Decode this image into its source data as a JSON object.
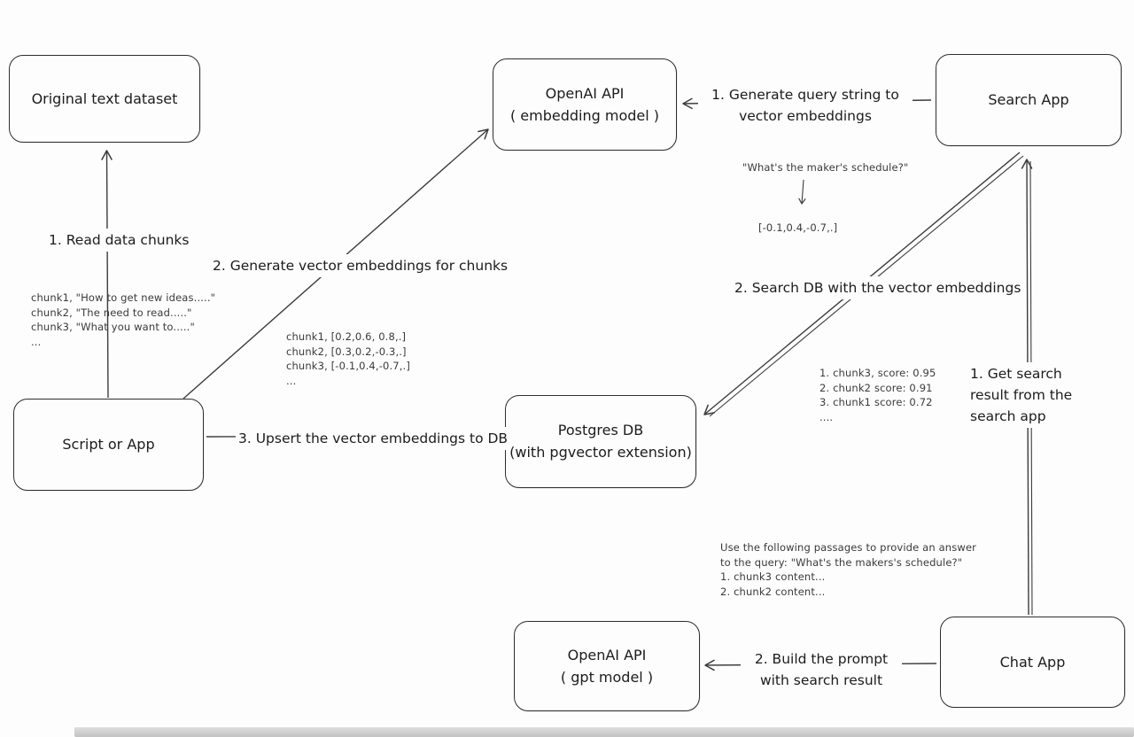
{
  "boxes": {
    "original_dataset": {
      "label": "Original text dataset"
    },
    "openai_embedding": {
      "line1": "OpenAI API",
      "line2": "( embedding model )"
    },
    "search_app": {
      "label": "Search App"
    },
    "script_or_app": {
      "label": "Script or App"
    },
    "postgres_db": {
      "line1": "Postgres DB",
      "line2": "(with pgvector extension)"
    },
    "openai_gpt": {
      "line1": "OpenAI API",
      "line2": "( gpt model )"
    },
    "chat_app": {
      "label": "Chat App"
    }
  },
  "arrows": {
    "read_chunks": {
      "label": "1. Read data chunks"
    },
    "generate_embeddings": {
      "label": "2. Generate vector embeddings for chunks"
    },
    "upsert": {
      "label": "3. Upsert the vector embeddings  to DB"
    },
    "query_to_vector": {
      "label": "1. Generate query string to vector embeddings"
    },
    "search_db": {
      "label": "2. Search DB with the vector embeddings"
    },
    "get_search_result": {
      "label": "1. Get search result from the search app"
    },
    "build_prompt": {
      "label": "2. Build the prompt with search result"
    }
  },
  "annotations": {
    "chunks": {
      "lines": [
        "chunk1, \"How to get new ideas.....\"",
        "chunk2, \"The need to read.....\"",
        "chunk3, \"What you want to.....\"",
        "..."
      ]
    },
    "vectors": {
      "lines": [
        "chunk1, [0.2,0.6, 0.8,.]",
        "chunk2, [0.3,0.2,-0.3,.]",
        "chunk3, [-0.1,0.4,-0.7,.]",
        "..."
      ]
    },
    "query": {
      "text": "\"What's the maker's schedule?\"",
      "vector": "[-0.1,0.4,-0.7,.]"
    },
    "scores": {
      "lines": [
        "1. chunk3, score: 0.95",
        "2. chunk2 score: 0.91",
        "3. chunk1 score: 0.72",
        "...."
      ]
    },
    "prompt": {
      "lines": [
        "Use the following passages to provide an answer",
        "to the query: \"What's the makers's schedule?\"",
        "1. chunk3 content...",
        "2. chunk2 content..."
      ]
    }
  },
  "colors": {
    "stroke": "#3c3c3c",
    "background": "#fdfdfd"
  }
}
